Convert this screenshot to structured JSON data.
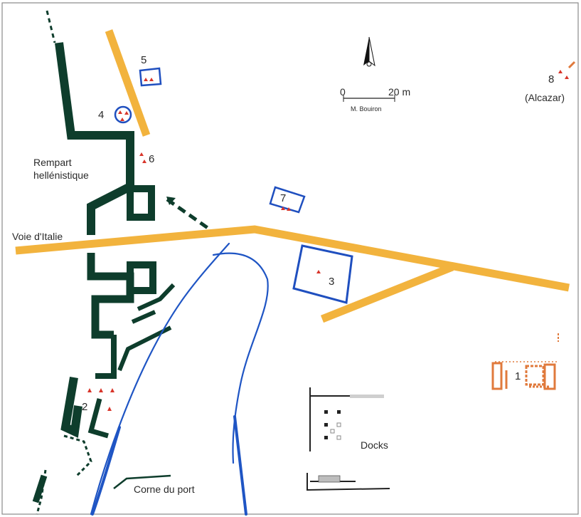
{
  "colors": {
    "rampart": "#0e3d2c",
    "road": "#f2b33d",
    "river": "#1f55c4",
    "site_outline": "#1f4fbf",
    "find_marker": "#d8352a",
    "building": "#222222",
    "orange_remains": "#e07a3c",
    "frame": "#8a8a8a"
  },
  "icons": {
    "north_arrow": "north-arrow-icon",
    "find_marker": "triangle-marker-icon"
  },
  "labels": {
    "rampart": [
      "Rempart",
      "hellénistique"
    ],
    "road": "Voie d'Italie",
    "docks": "Docks",
    "harbor": "Corne du port",
    "alcazar": "(Alcazar)"
  },
  "scale": {
    "start": "0",
    "end": "20 m",
    "author": "M. Bouiron"
  },
  "sites": [
    "1",
    "2",
    "3",
    "4",
    "5",
    "6",
    "7",
    "8"
  ]
}
